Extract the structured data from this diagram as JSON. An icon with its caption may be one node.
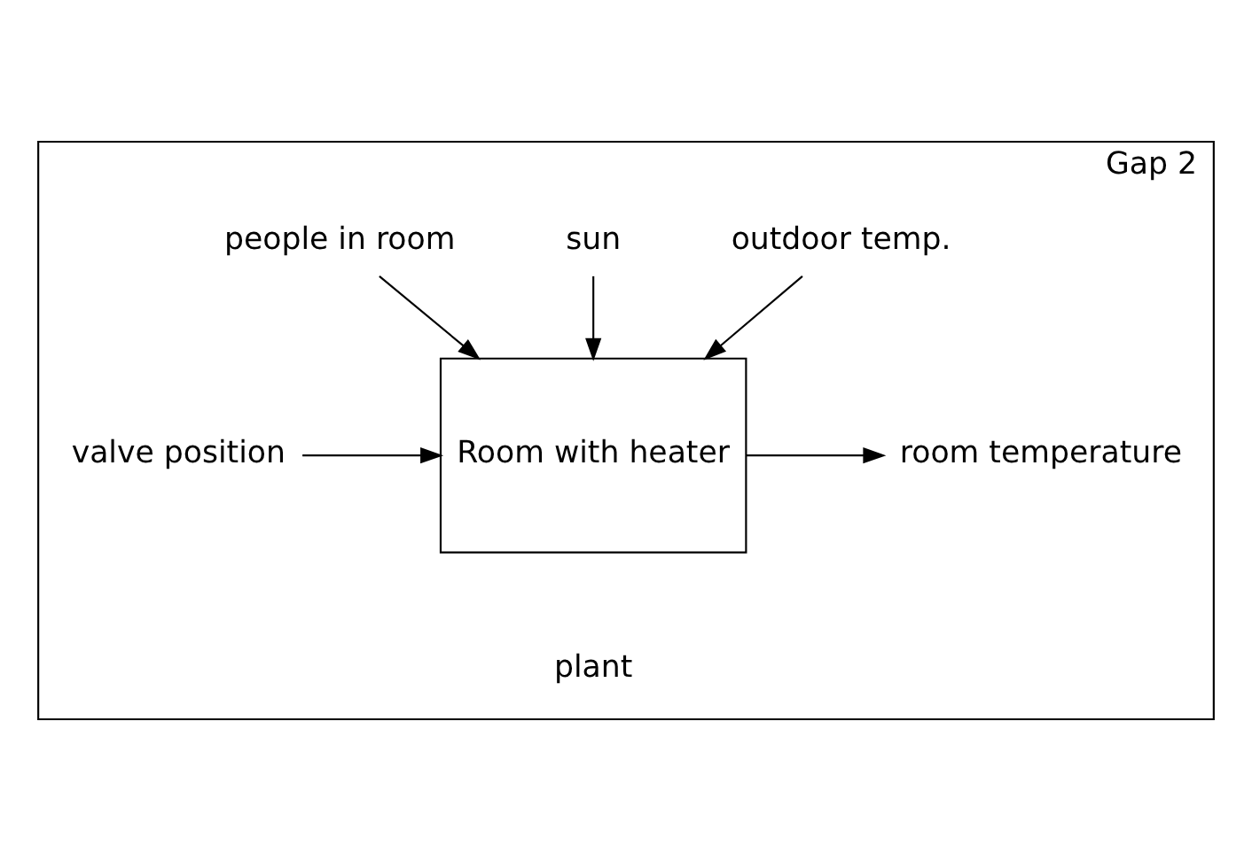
{
  "diagram": {
    "nodes": [
      {
        "text": [
          "Gap 2"
        ]
      },
      {
        "text": [
          "outdoor temp."
        ],
        "in": 0
      },
      {
        "text": [
          "sun"
        ],
        "in": 0
      },
      {
        "text": [
          "people in room"
        ],
        "in": 0
      },
      {
        "text": [
          "valve position"
        ],
        "in": 0
      },
      {
        "text": [
          "Room with heater"
        ],
        "in": 0
      },
      {
        "text": [
          "room temperature"
        ],
        "in": 0
      }
    ],
    "edges": [
      {
        "from": 1,
        "to": 5,
        "arrow": "to"
      },
      {
        "from": 2,
        "to": 5,
        "arrow": "to"
      },
      {
        "from": 3,
        "to": 5,
        "arrow": "to"
      },
      {
        "from": 4,
        "to": 5,
        "arrow": "to"
      },
      {
        "from": 5,
        "to": 6,
        "arrow": "to"
      }
    ],
    "labels": [
      "plant"
    ]
  }
}
